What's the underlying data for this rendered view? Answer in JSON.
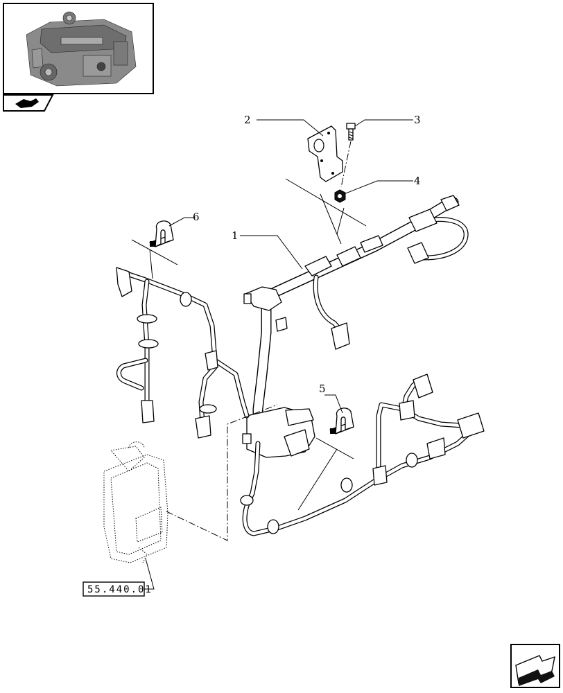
{
  "callouts": [
    {
      "id": "1",
      "label": "1"
    },
    {
      "id": "2",
      "label": "2"
    },
    {
      "id": "3",
      "label": "3"
    },
    {
      "id": "4",
      "label": "4"
    },
    {
      "id": "5",
      "label": "5"
    },
    {
      "id": "6",
      "label": "6"
    }
  ],
  "reference": {
    "code": "55.440.01"
  },
  "icons": {
    "thumbnail": "engine-thumbnail-icon",
    "category": "hand-category-icon",
    "next": "next-page-arrow-icon"
  }
}
